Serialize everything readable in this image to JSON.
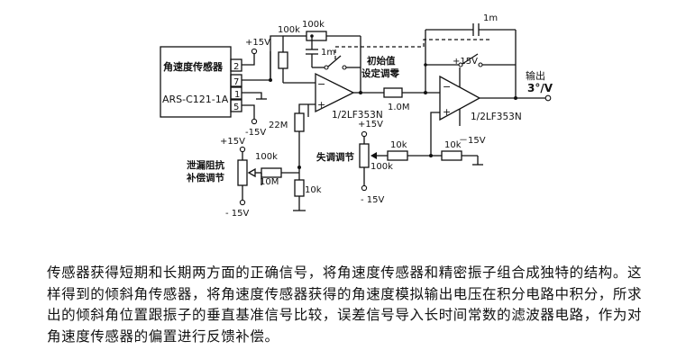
{
  "diagram": {
    "sensor": {
      "name": "角速度传感器",
      "model": "ARS-C121-1A",
      "pins": [
        "2",
        "7",
        "1",
        "5"
      ]
    },
    "supply": {
      "pos": "+15V",
      "neg": "-15V",
      "neg_alt": "- 15V",
      "neg_alt2": "－15V"
    },
    "resistors": {
      "r100k_in": "100k",
      "r100k_fb": "100k",
      "r22m": "22M",
      "r1m_out": "1.0M",
      "r100k_comp": "100k",
      "r10m": "10M",
      "r10k_comp": "10k",
      "r100k_offset": "100k",
      "r10k_offset": "10k",
      "r10k_ref": "10k"
    },
    "capacitors": {
      "c1m_a": "1m",
      "c1m_b": "1m"
    },
    "opamps": {
      "a1": "1/2LF353N",
      "a2": "1/2LF353N"
    },
    "labels": {
      "init": "初始值",
      "set_zero": "设定调零",
      "imped1": "泄漏阻抗",
      "imped2": "补偿调节",
      "offset": "失调调节",
      "output": "输出",
      "output_scale": "3°/V"
    }
  },
  "caption": "传感器获得短期和长期两方面的正确信号，将角速度传感器和精密振子组合成独特的结构。这样得到的倾斜角传感器，将角速度传感器获得的角速度模拟输出电压在积分电路中积分，所求出的倾斜角位置跟振子的垂直基准信号比较，误差信号导入长时间常数的滤波器电路，作为对角速度传感器的偏置进行反馈补偿。"
}
